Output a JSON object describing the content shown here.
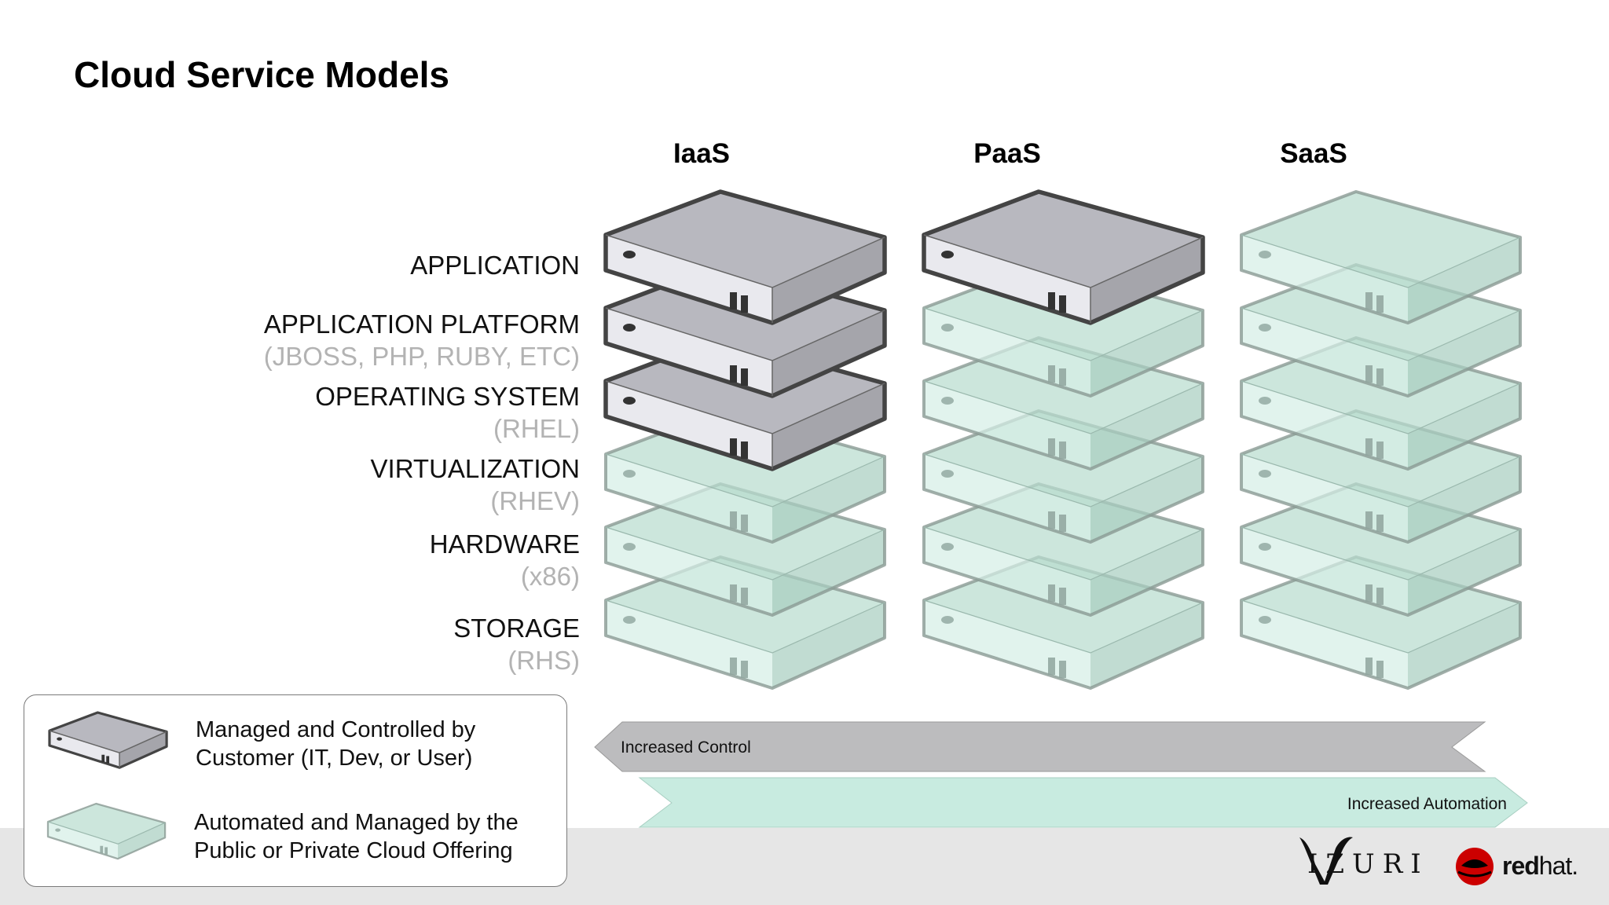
{
  "title": "Cloud Service Models",
  "columns": [
    {
      "label": "IaaS",
      "managed_count": 3
    },
    {
      "label": "PaaS",
      "managed_count": 1
    },
    {
      "label": "SaaS",
      "managed_count": 0
    }
  ],
  "layers": [
    {
      "label": "APPLICATION",
      "sub": ""
    },
    {
      "label": "APPLICATION PLATFORM",
      "sub": "(JBOSS, PHP, RUBY, ETC)"
    },
    {
      "label": "OPERATING SYSTEM",
      "sub": "(RHEL)"
    },
    {
      "label": "VIRTUALIZATION",
      "sub": "(RHEV)"
    },
    {
      "label": "HARDWARE",
      "sub": "(x86)"
    },
    {
      "label": "STORAGE",
      "sub": "(RHS)"
    }
  ],
  "legend": {
    "managed_text": "Managed and Controlled by\nCustomer (IT, Dev, or User)",
    "automated_text": "Automated and Managed by the\nPublic or Private Cloud Offering"
  },
  "arrows": {
    "control_label": "Increased Control",
    "automation_label": "Increased Automation"
  },
  "logos": {
    "vizuri": "IZURI",
    "redhat_bold": "red",
    "redhat_rest": "hat."
  },
  "colors": {
    "managed_top": "#b8b8bf",
    "managed_front": "#e9e9ee",
    "managed_side": "#a5a5ab",
    "managed_stroke": "#444444",
    "automated_fill": "#b9dccf",
    "automated_stroke": "#8a9a94",
    "control_arrow": "#bcbcbe",
    "automation_arrow": "#c8ebe0",
    "redhat_red": "#cc0000"
  }
}
